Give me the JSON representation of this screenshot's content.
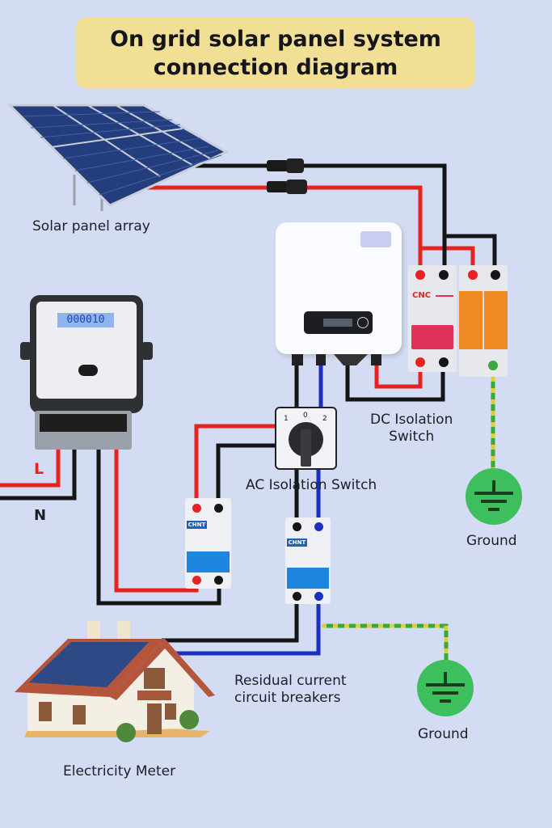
{
  "title": {
    "line1": "On grid solar panel system",
    "line2": "connection diagram"
  },
  "labels": {
    "solar_panel_array": "Solar panel array",
    "dc_isolation_switch_line1": "DC Isolation",
    "dc_isolation_switch_line2": "Switch",
    "ac_isolation_switch": "AC Isolation Switch",
    "ground_top": "Ground",
    "ground_bottom": "Ground",
    "line_L": "L",
    "neutral_N": "N",
    "rccb_line1": "Residual current",
    "rccb_line2": "circuit breakers",
    "electricity_meter": "Electricity Meter"
  },
  "devices": {
    "meter_display": "000010",
    "dc_breaker_brand": "CNC",
    "ac_breaker_brand": "CHNT",
    "rotary_switch_positions": [
      "1",
      "0",
      "2"
    ]
  },
  "colors": {
    "background": "#d3dcf2",
    "title_bg": "#f1df95",
    "wire_positive_live": "#e52321",
    "wire_negative_neutral": "#151515",
    "wire_ac_neutral_blue": "#1d2fc0",
    "wire_ground_green": "#3aa83a",
    "wire_ground_yellow": "#d8cf3a",
    "ground_symbol": "#3cbf5c",
    "dc_breaker_handle": "#e0315a",
    "surge_protector": "#f08a24",
    "ac_breaker_handle": "#1f86e0"
  }
}
